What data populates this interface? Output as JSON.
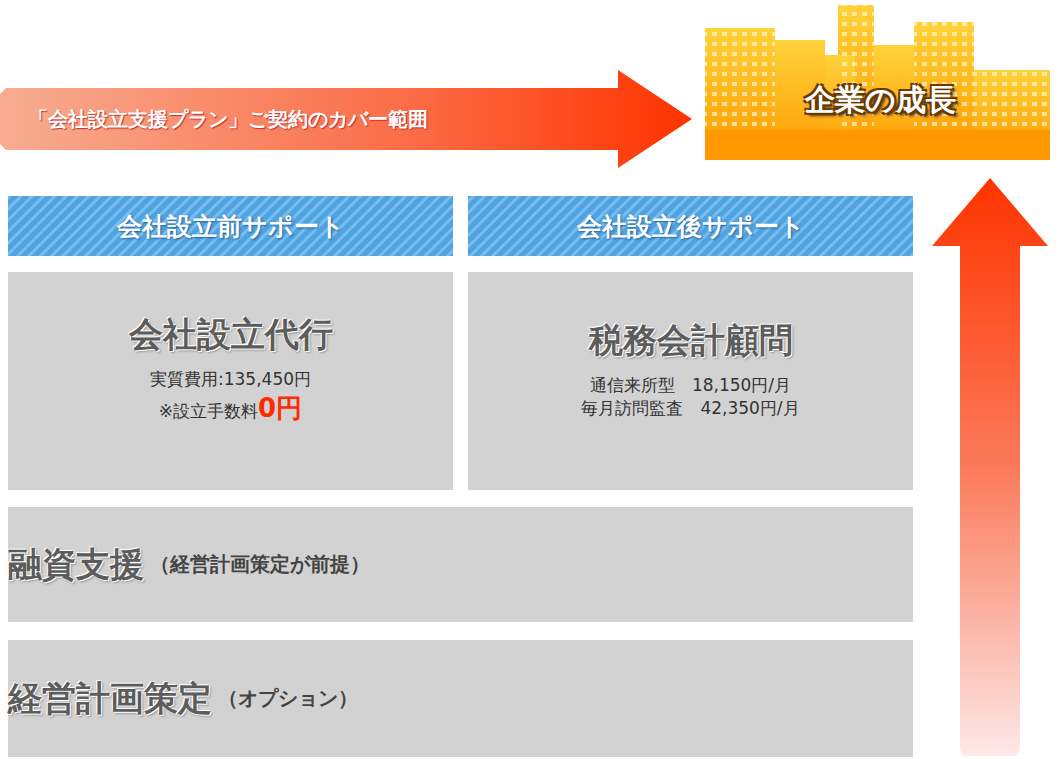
{
  "diagram": {
    "nodes": [
      {
        "text": [
          "「会社設立支援プラン」ご契約のカバー範囲"
        ]
      },
      {
        "text": [
          "企業の成長"
        ]
      },
      {
        "text": [
          "会社設立前サポート"
        ]
      },
      {
        "text": [
          "会社設立後サポート"
        ]
      },
      {
        "text": [
          "会社設立代行",
          "実質費用:135,450円",
          "※設立手数料",
          "0円"
        ]
      },
      {
        "text": [
          "税務会計顧問",
          "通信来所型　18,150円/月",
          "毎月訪問監査　42,350円/月"
        ]
      },
      {
        "text": [
          "融資支援",
          "（経営計画策定が前提）"
        ]
      },
      {
        "text": [
          "経営計画策定",
          "（オプション）"
        ]
      }
    ]
  }
}
